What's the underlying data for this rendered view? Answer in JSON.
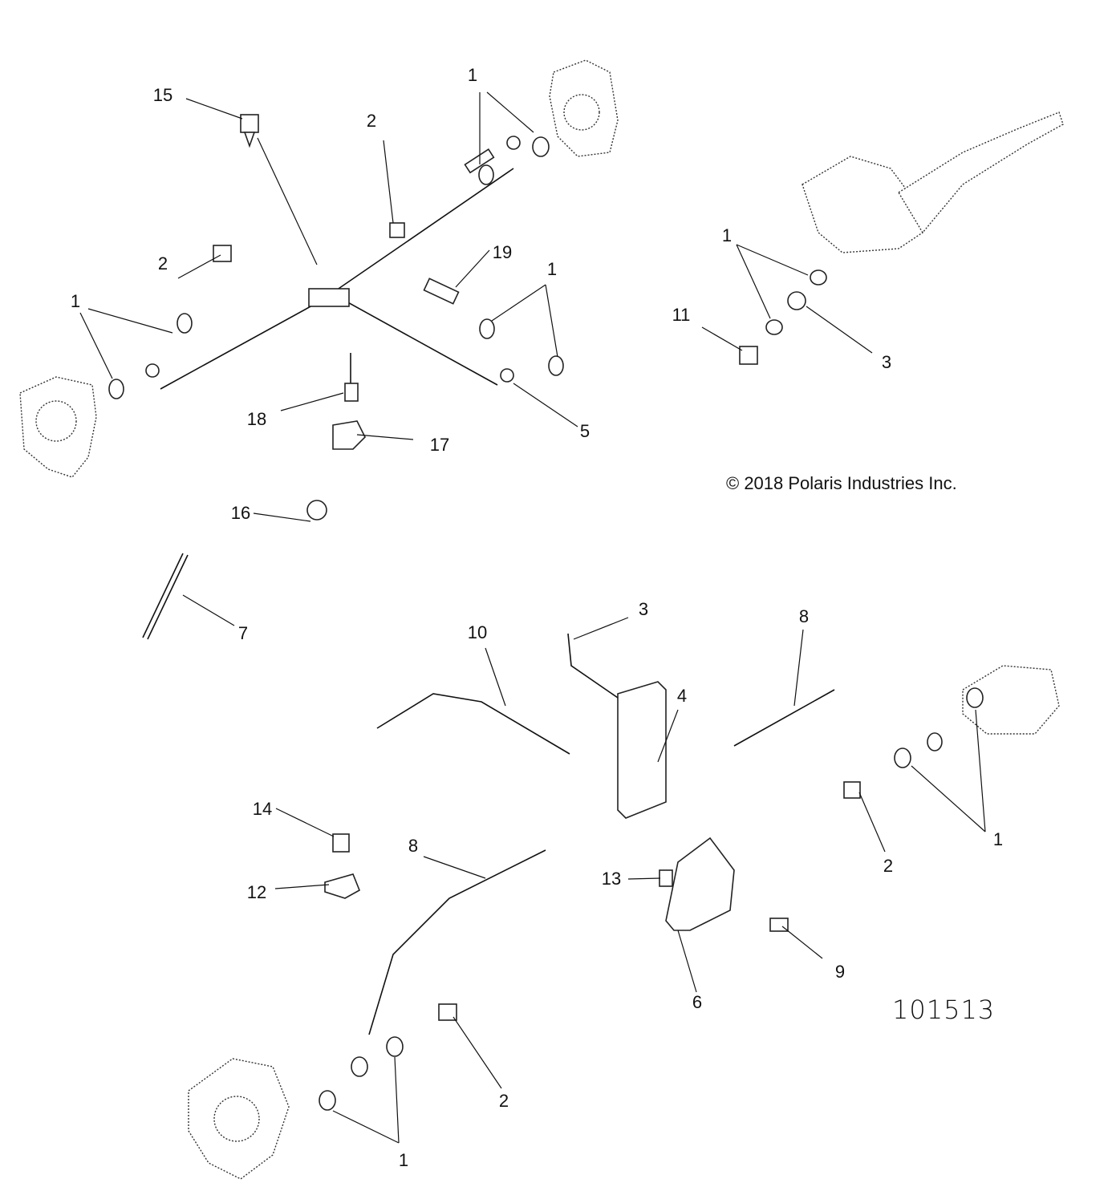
{
  "copyright": "© 2018 Polaris Industries Inc.",
  "diagram_id": "101513",
  "callouts": [
    {
      "label": "15"
    },
    {
      "label": "2"
    },
    {
      "label": "1"
    },
    {
      "label": "2"
    },
    {
      "label": "19"
    },
    {
      "label": "1"
    },
    {
      "label": "1"
    },
    {
      "label": "18"
    },
    {
      "label": "17"
    },
    {
      "label": "5"
    },
    {
      "label": "1"
    },
    {
      "label": "11"
    },
    {
      "label": "3"
    },
    {
      "label": "16"
    },
    {
      "label": "7"
    },
    {
      "label": "3"
    },
    {
      "label": "10"
    },
    {
      "label": "8"
    },
    {
      "label": "4"
    },
    {
      "label": "14"
    },
    {
      "label": "12"
    },
    {
      "label": "8"
    },
    {
      "label": "13"
    },
    {
      "label": "2"
    },
    {
      "label": "1"
    },
    {
      "label": "9"
    },
    {
      "label": "6"
    },
    {
      "label": "2"
    },
    {
      "label": "1"
    }
  ]
}
